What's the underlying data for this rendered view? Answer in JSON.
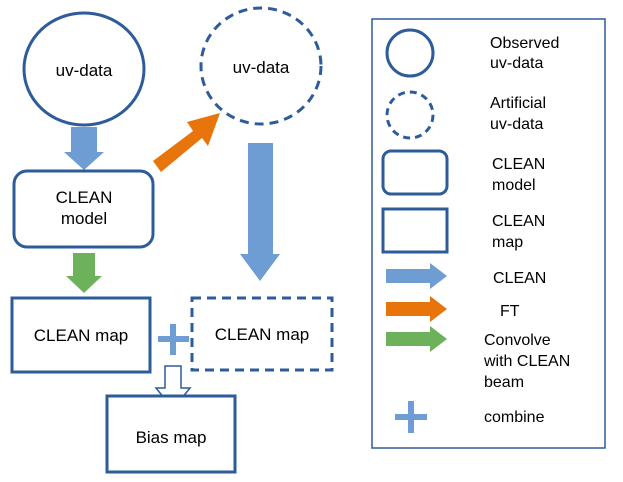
{
  "colors": {
    "border": "#2E5C9A",
    "blue_arrow": "#6E9DD3",
    "orange_arrow": "#E8740C",
    "green_arrow": "#6DB15A",
    "plus": "#6E9DD3"
  },
  "nodes": {
    "observed_circle": {
      "label": "uv-data",
      "style": "solid"
    },
    "artificial_circle": {
      "label": "uv-data",
      "style": "dashed"
    },
    "clean_model": {
      "line1": "CLEAN",
      "line2": "model",
      "style": "solid-rounded"
    },
    "clean_map": {
      "label": "CLEAN map",
      "style": "solid"
    },
    "clean_map_dashed": {
      "label": "CLEAN map",
      "style": "dashed"
    },
    "bias_map": {
      "label": "Bias map",
      "style": "solid"
    }
  },
  "legend": {
    "items": [
      {
        "icon": "solid-circle",
        "lines": [
          "Observed",
          "uv-data"
        ]
      },
      {
        "icon": "dashed-circle",
        "lines": [
          "Artificial",
          "uv-data"
        ]
      },
      {
        "icon": "rounded-rect",
        "lines": [
          "CLEAN",
          "model"
        ]
      },
      {
        "icon": "rect",
        "lines": [
          "CLEAN",
          "map"
        ]
      },
      {
        "icon": "blue-arrow",
        "lines": [
          "CLEAN"
        ]
      },
      {
        "icon": "orange-arrow",
        "lines": [
          "FT"
        ]
      },
      {
        "icon": "green-arrow",
        "lines": [
          "Convolve",
          "with CLEAN",
          "beam"
        ]
      },
      {
        "icon": "plus",
        "lines": [
          "combine"
        ]
      }
    ]
  }
}
